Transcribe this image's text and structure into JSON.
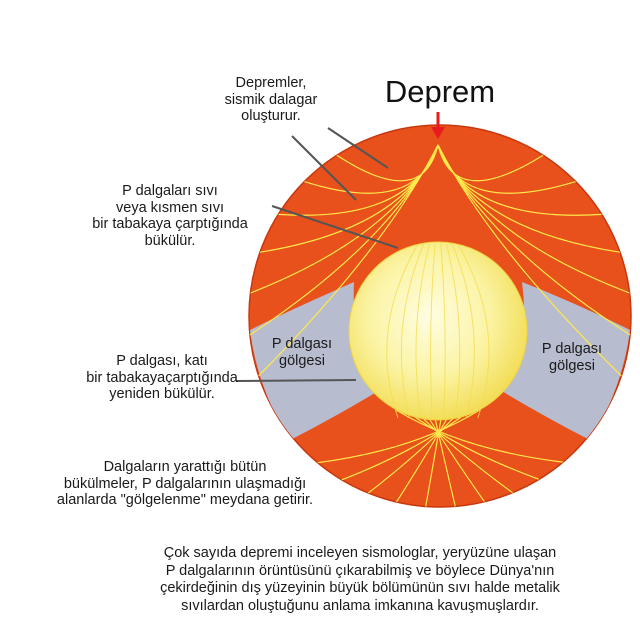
{
  "title": "Deprem",
  "annotations": {
    "earthquakes": [
      "Depremler,",
      "sismik dalagar",
      "oluşturur."
    ],
    "p_waves_bend": [
      "P dalgaları sıvı",
      "veya kısmen sıvı",
      "bir tabakaya çarptığında",
      "bükülür."
    ],
    "p_wave_solid": [
      "P dalgası, katı",
      "bir tabakayaçarptığında",
      "yeniden bükülür."
    ],
    "shadowing": [
      "Dalgaların yarattığı bütün",
      "bükülmeler, P dalgalarının ulaşmadığı",
      "alanlarda \"gölgelenme\" meydana getirir."
    ]
  },
  "shadow_zones": {
    "left": [
      "P dalgası",
      "gölgesi"
    ],
    "right": [
      "P dalgası",
      "gölgesi"
    ]
  },
  "caption": [
    "Çok sayıda depremi inceleyen sismologlar, yeryüzüne ulaşan",
    "P dalgalarının örüntüsünü çıkarabilmiş ve böylece Dünya'nın",
    "çekirdeğinin dış yüzeyinin büyük bölümünün sıvı halde metalik",
    "sıvılardan oluştuğunu anlama imkanına kavuşmuşlardır."
  ],
  "colors": {
    "mantle": "#e8501c",
    "mantle_dark": "#c8380e",
    "core": "#f8f09a",
    "shadow": "#b8bccf",
    "ray": "#ffe94a",
    "arrow": "#e81c1c",
    "leader": "#555555"
  }
}
